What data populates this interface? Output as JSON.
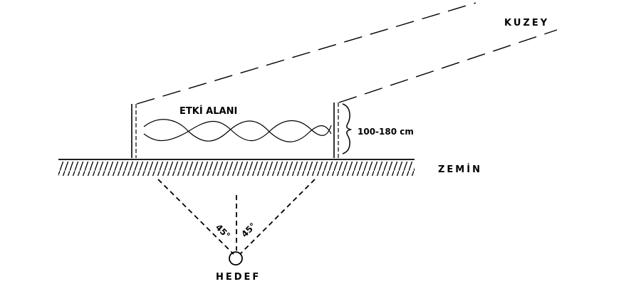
{
  "labels": {
    "north": "KUZEY",
    "zone": "ETKİ ALANI",
    "height_range": "100-180 cm",
    "ground": "ZEMİN",
    "target": "HEDEF"
  },
  "angles": {
    "left": "45°",
    "right": "45°"
  },
  "colors": {
    "ink": "#000000",
    "background": "#ffffff"
  }
}
